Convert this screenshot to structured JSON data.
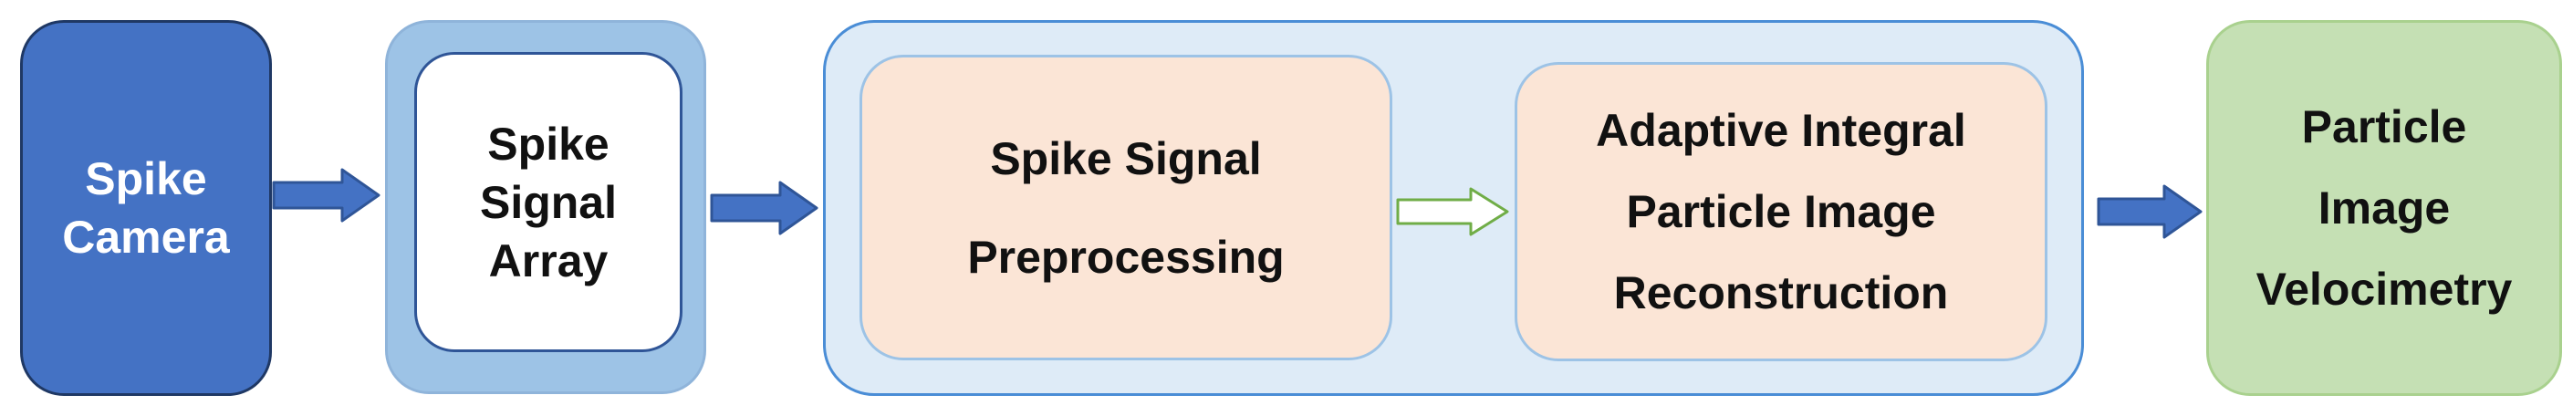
{
  "nodes": {
    "spike_camera": "Spike\nCamera",
    "spike_signal_array": "Spike\nSignal\nArray",
    "preprocessing": "Spike Signal\nPreprocessing",
    "reconstruction": "Adaptive Integral\nParticle Image\nReconstruction",
    "piv": "Particle\nImage\nVelocimetry"
  },
  "colors": {
    "camera_fill": "#4472C4",
    "array_outer_fill": "#9DC3E6",
    "group_fill": "#DEEBF7",
    "process_fill": "#FBE5D6",
    "piv_fill": "#C5E0B4",
    "arrow_fill": "#4472C4",
    "inner_arrow_outline": "#70AD47"
  }
}
